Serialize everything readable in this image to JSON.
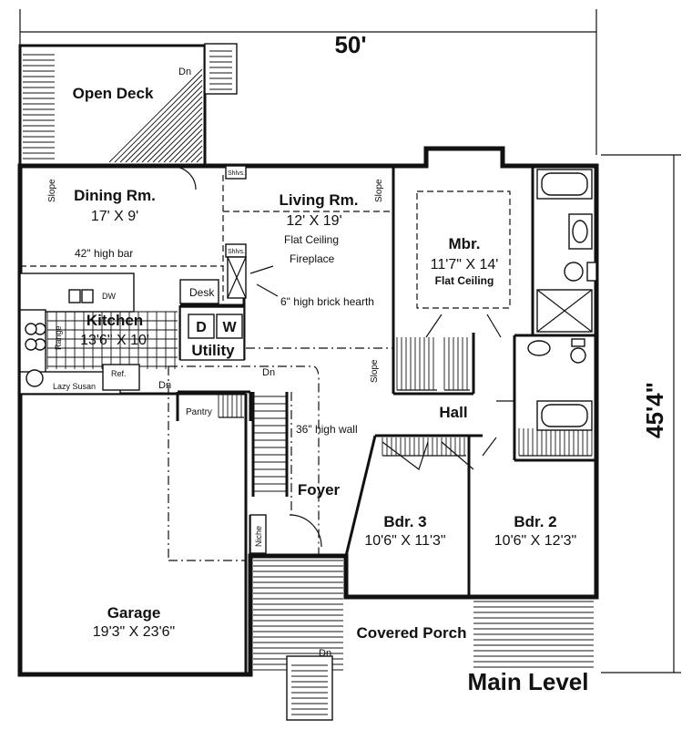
{
  "plan_title": "Main Level",
  "dimensions": {
    "width": "50'",
    "depth": "45'4\""
  },
  "rooms": {
    "open_deck": {
      "name": "Open Deck"
    },
    "dining": {
      "name": "Dining Rm.",
      "size": "17' X 9'"
    },
    "living": {
      "name": "Living Rm.",
      "size": "12' X 19'",
      "note": "Flat Ceiling"
    },
    "master": {
      "name": "Mbr.",
      "size": "11'7\" X 14'",
      "note": "Flat Ceiling"
    },
    "kitchen": {
      "name": "Kitchen",
      "size": "13'6\" X 10'"
    },
    "utility": {
      "name": "Utility"
    },
    "hall": {
      "name": "Hall"
    },
    "foyer": {
      "name": "Foyer"
    },
    "bedroom3": {
      "name": "Bdr. 3",
      "size": "10'6\" X 11'3\""
    },
    "bedroom2": {
      "name": "Bdr. 2",
      "size": "10'6\" X 12'3\""
    },
    "garage": {
      "name": "Garage",
      "size": "19'3\" X 23'6\""
    },
    "covered_porch": {
      "name": "Covered Porch"
    }
  },
  "notes": {
    "bar": "42\" high bar",
    "fireplace": "Fireplace",
    "hearth": "6\" high brick hearth",
    "wall_36": "36\" high wall",
    "lazy_susan": "Lazy Susan",
    "desk": "Desk",
    "range": "Range",
    "dw": "DW",
    "ref": "Ref.",
    "pantry": "Pantry",
    "niche": "Niche",
    "shlvs_top": "Shlvs.",
    "shlvs_fire": "Shlvs.",
    "washer": "W",
    "dryer": "D"
  },
  "markers": {
    "dn_deck": "Dn",
    "dn_stair": "Dn",
    "dn_garage": "Dn",
    "dn_porch": "Dn",
    "slope_dining": "Slope",
    "slope_living": "Slope",
    "slope_hall": "Slope"
  }
}
